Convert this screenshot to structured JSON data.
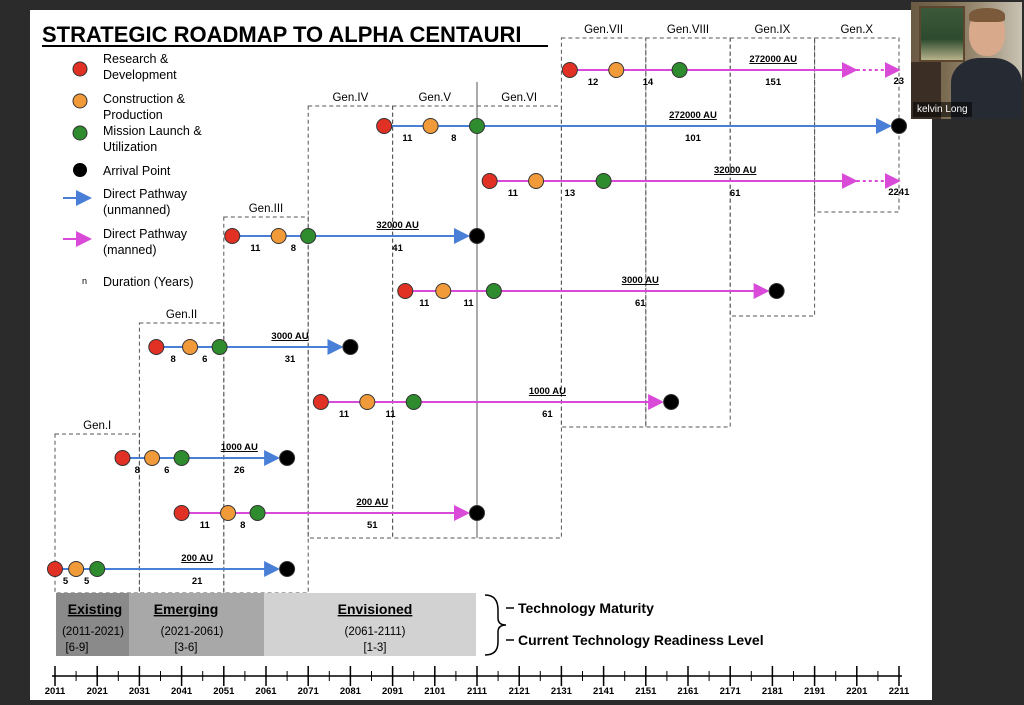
{
  "title": "STRATEGIC ROADMAP TO ALPHA CENTAURI",
  "legend": {
    "rd": "Research & Development",
    "cp": "Construction & Production",
    "ml": "Mission Launch & Utilization",
    "arrival": "Arrival Point",
    "unmanned": "Direct Pathway (unmanned)",
    "manned": "Direct Pathway (manned)",
    "n_symbol": "n",
    "duration": "Duration (Years)"
  },
  "colors": {
    "rd": "#e03124",
    "cp": "#f09a3a",
    "ml": "#2e8b2e",
    "arrival": "#000000",
    "unmanned": "#4a7fd8",
    "manned": "#d94ad9",
    "existing_band": "#8a8a8a",
    "emerging_band": "#a8a8a8",
    "envisioned_band": "#d2d2d2"
  },
  "generations": [
    {
      "label": "Gen.I"
    },
    {
      "label": "Gen.II"
    },
    {
      "label": "Gen.III"
    },
    {
      "label": "Gen.IV"
    },
    {
      "label": "Gen.V"
    },
    {
      "label": "Gen.VI"
    },
    {
      "label": "Gen.VII"
    },
    {
      "label": "Gen.VIII"
    },
    {
      "label": "Gen.IX"
    },
    {
      "label": "Gen.X"
    }
  ],
  "missions": [
    {
      "distance": "200 AU",
      "duration": "21",
      "rd_year": 2011,
      "cp_year": 2016,
      "ml_year": 2021,
      "arrival_year": 2066,
      "pathway": "unmanned",
      "rd_cp_label": "5",
      "cp_ml_label": "5"
    },
    {
      "distance": "200 AU",
      "duration": "51",
      "rd_year": 2041,
      "cp_year": 2052,
      "ml_year": 2059,
      "arrival_year": 2111,
      "pathway": "manned",
      "rd_cp_label": "11",
      "cp_ml_label": "8"
    },
    {
      "distance": "1000 AU",
      "duration": "26",
      "rd_year": 2027,
      "cp_year": 2034,
      "ml_year": 2041,
      "arrival_year": 2066,
      "pathway": "unmanned",
      "rd_cp_label": "8",
      "cp_ml_label": "6"
    },
    {
      "distance": "3000 AU",
      "duration": "31",
      "rd_year": 2035,
      "cp_year": 2043,
      "ml_year": 2050,
      "arrival_year": 2081,
      "pathway": "unmanned",
      "rd_cp_label": "8",
      "cp_ml_label": "6"
    },
    {
      "distance": "1000 AU",
      "duration": "61",
      "rd_year": 2074,
      "cp_year": 2085,
      "ml_year": 2096,
      "arrival_year": 2157,
      "pathway": "manned",
      "rd_cp_label": "11",
      "cp_ml_label": "11"
    },
    {
      "distance": "32000 AU",
      "duration": "41",
      "rd_year": 2053,
      "cp_year": 2064,
      "ml_year": 2071,
      "arrival_year": 2111,
      "pathway": "unmanned",
      "rd_cp_label": "11",
      "cp_ml_label": "8"
    },
    {
      "distance": "3000 AU",
      "duration": "61",
      "rd_year": 2094,
      "cp_year": 2103,
      "ml_year": 2115,
      "arrival_year": 2182,
      "pathway": "manned",
      "rd_cp_label": "11",
      "cp_ml_label": "11"
    },
    {
      "distance": "272000 AU",
      "duration": "101",
      "rd_year": 2089,
      "cp_year": 2100,
      "ml_year": 2111,
      "arrival_year": 2211,
      "pathway": "unmanned",
      "rd_cp_label": "11",
      "cp_ml_label": "8"
    },
    {
      "distance": "32000 AU",
      "duration": "61",
      "rd_year": 2114,
      "cp_year": 2125,
      "ml_year": 2141,
      "arrival_year": 2201,
      "pathway": "manned",
      "rd_cp_label": "11",
      "cp_ml_label": "13",
      "end_label": "2241",
      "continues": true
    },
    {
      "distance": "272000 AU",
      "duration": "151",
      "rd_year": 2133,
      "cp_year": 2144,
      "ml_year": 2159,
      "arrival_year": 2201,
      "pathway": "manned",
      "rd_cp_label": "12",
      "cp_ml_label": "14",
      "end_label": "23",
      "continues": true
    }
  ],
  "maturity": {
    "existing": {
      "label": "Existing",
      "range": "(2011-2021)",
      "trl": "[6-9]"
    },
    "emerging": {
      "label": "Emerging",
      "range": "(2021-2061)",
      "trl": "[3-6]"
    },
    "envisioned": {
      "label": "Envisioned",
      "range": "(2061-2111)",
      "trl": "[1-3]"
    },
    "tech_maturity_label": "Technology Maturity",
    "trl_label": "Current Technology Readiness Level"
  },
  "timeline_years": [
    "2011",
    "2021",
    "2031",
    "2041",
    "2051",
    "2061",
    "2071",
    "2081",
    "2091",
    "2101",
    "2111",
    "2121",
    "2131",
    "2141",
    "2151",
    "2161",
    "2171",
    "2181",
    "2191",
    "2201",
    "2211"
  ],
  "webcam": {
    "name": "kelvin Long"
  }
}
